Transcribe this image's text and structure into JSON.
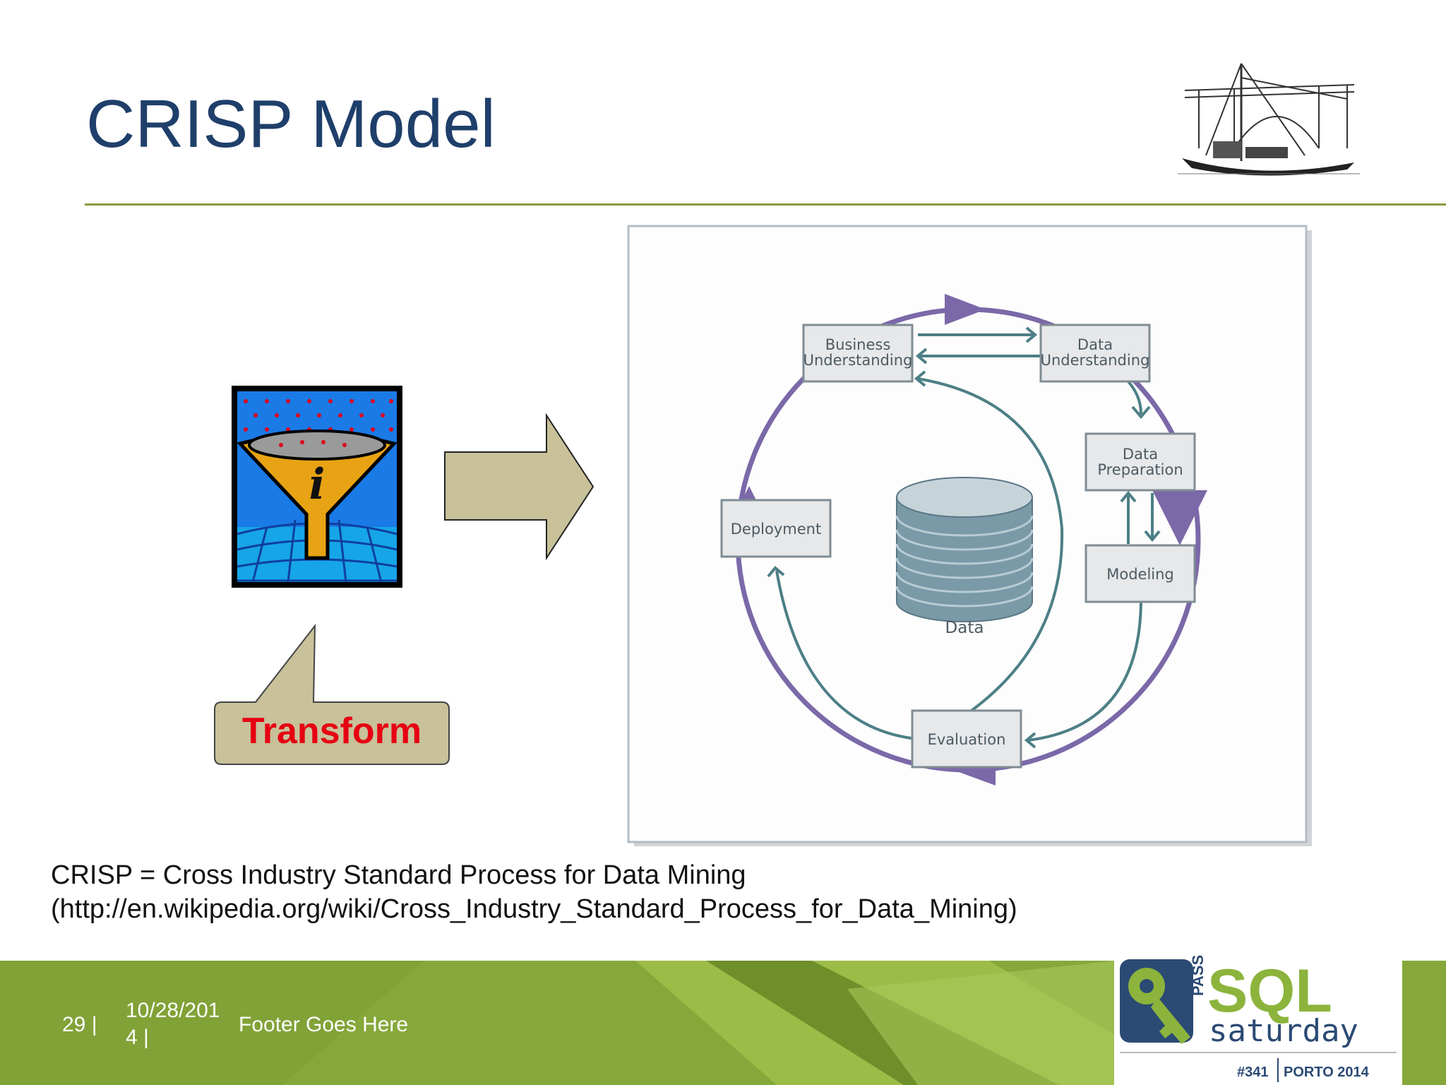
{
  "slide": {
    "title": "CRISP Model",
    "callout_label": "Transform",
    "caption_line_1": "CRISP = Cross Industry Standard Process for Data Mining",
    "caption_line_2": "(http://en.wikipedia.org/wiki/Cross_Industry_Standard_Process_for_Data_Mining)"
  },
  "diagram": {
    "boxes": {
      "business_line_1": "Business",
      "business_line_2": "Understanding",
      "data_understanding_line_1": "Data",
      "data_understanding_line_2": "Understanding",
      "data_preparation_line_1": "Data",
      "data_preparation_line_2": "Preparation",
      "modeling": "Modeling",
      "evaluation": "Evaluation",
      "deployment": "Deployment"
    },
    "data_label": "Data"
  },
  "footer": {
    "page_number": "29  |",
    "date_line_1": "10/28/201",
    "date_line_2": "4  |",
    "text": "Footer Goes Here"
  },
  "logo": {
    "pass_text": "PASS",
    "sql_text": "SQL",
    "saturday_text": "saturday",
    "event_number": "#341",
    "event_location": "PORTO 2014"
  },
  "icons": {
    "boat": "rabelo-boat-bridge-icon",
    "funnel": "info-funnel-icon",
    "arrow": "right-arrow-icon",
    "database": "database-cylinder-icon",
    "key": "key-icon"
  },
  "colors": {
    "title": "#1f3f6b",
    "rule": "#8a9a3e",
    "accent_khaki": "#c8c19a",
    "transform_text": "#e60012",
    "cycle_purple": "#7b68a8",
    "flow_teal": "#4d7f86",
    "footer_green": "#86a83a"
  }
}
